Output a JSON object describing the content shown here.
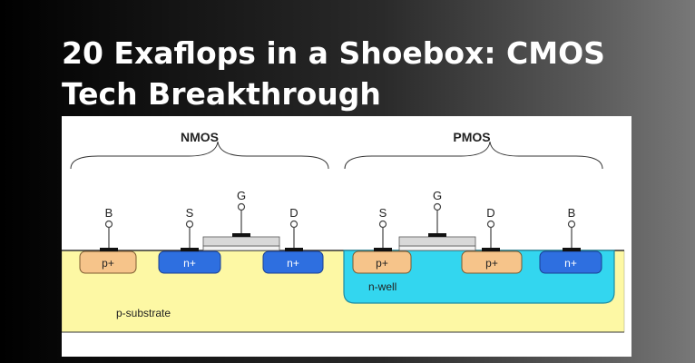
{
  "headline": "20 Exaflops in a Shoebox: CMOS Tech Breakthrough",
  "diagram": {
    "nmos_label": "NMOS",
    "pmos_label": "PMOS",
    "substrate_label": "p-substrate",
    "well_label": "n-well",
    "nmos_terminals": {
      "body": "B",
      "source": "S",
      "gate": "G",
      "drain": "D"
    },
    "pmos_terminals": {
      "source": "S",
      "gate": "G",
      "drain": "D",
      "body": "B"
    },
    "nmos_regions": {
      "body_contact": "p+",
      "source": "n+",
      "drain": "n+"
    },
    "pmos_regions": {
      "source": "p+",
      "drain": "p+",
      "body_contact": "n+"
    },
    "colors": {
      "substrate": "#fdf8a4",
      "n_well": "#33d6ef",
      "p_plus": "#f6c48a",
      "n_plus": "#2e6fe0",
      "gate": "#dcdcdc"
    }
  }
}
